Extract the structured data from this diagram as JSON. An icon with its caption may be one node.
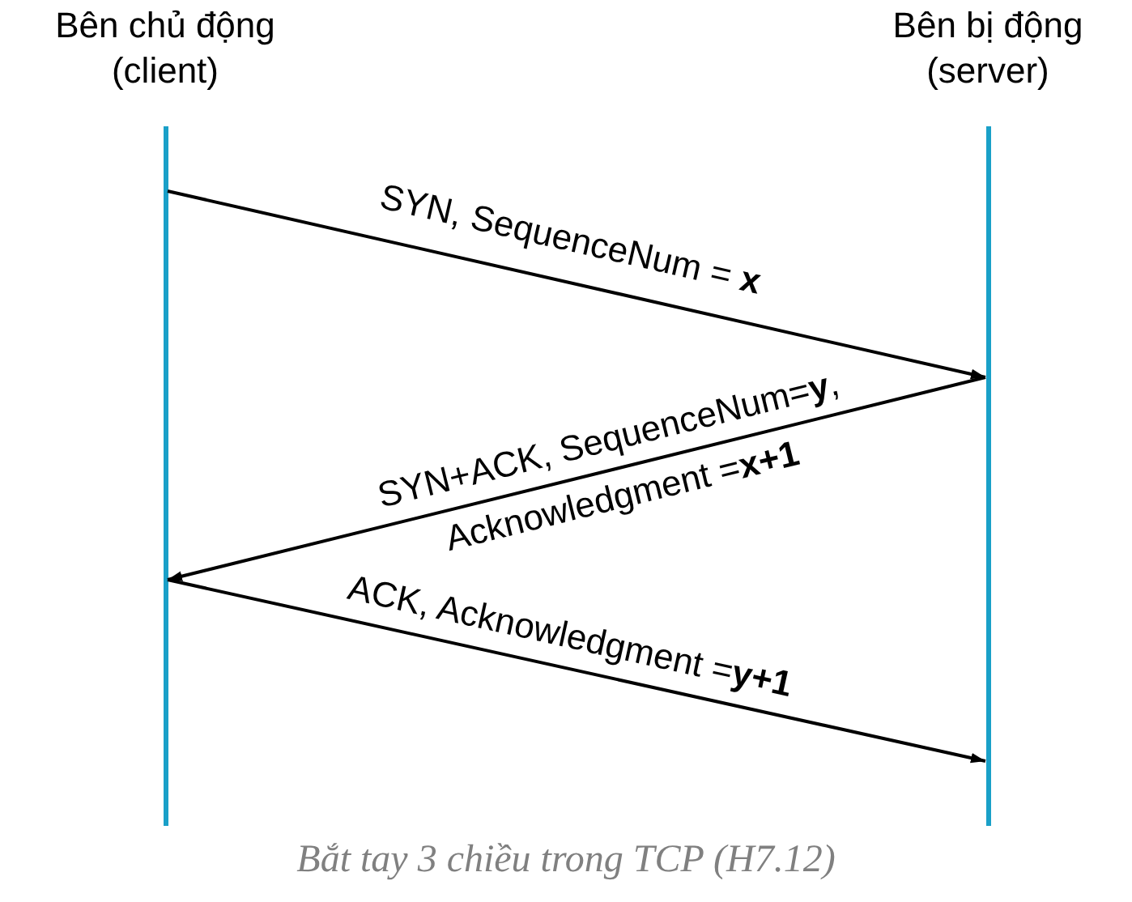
{
  "diagram": {
    "caption": "Bắt tay 3 chiều trong TCP (H7.12)",
    "nodes": [
      {
        "text": [
          "Bên chủ động (client)"
        ]
      },
      {
        "text": [
          "Bên bị động (server)"
        ]
      }
    ],
    "edges": [
      {
        "from": 0,
        "to": 1,
        "arrow": "to",
        "label": "SYN, SequenceNum = **x**"
      },
      {
        "from": 1,
        "to": 0,
        "arrow": "to",
        "label": "SYN+ACK, SequenceNum=**y**, Acknowledgment =**x+1**"
      },
      {
        "from": 0,
        "to": 1,
        "arrow": "to",
        "label": "ACK, Acknowledgment =**y+1**"
      }
    ]
  }
}
